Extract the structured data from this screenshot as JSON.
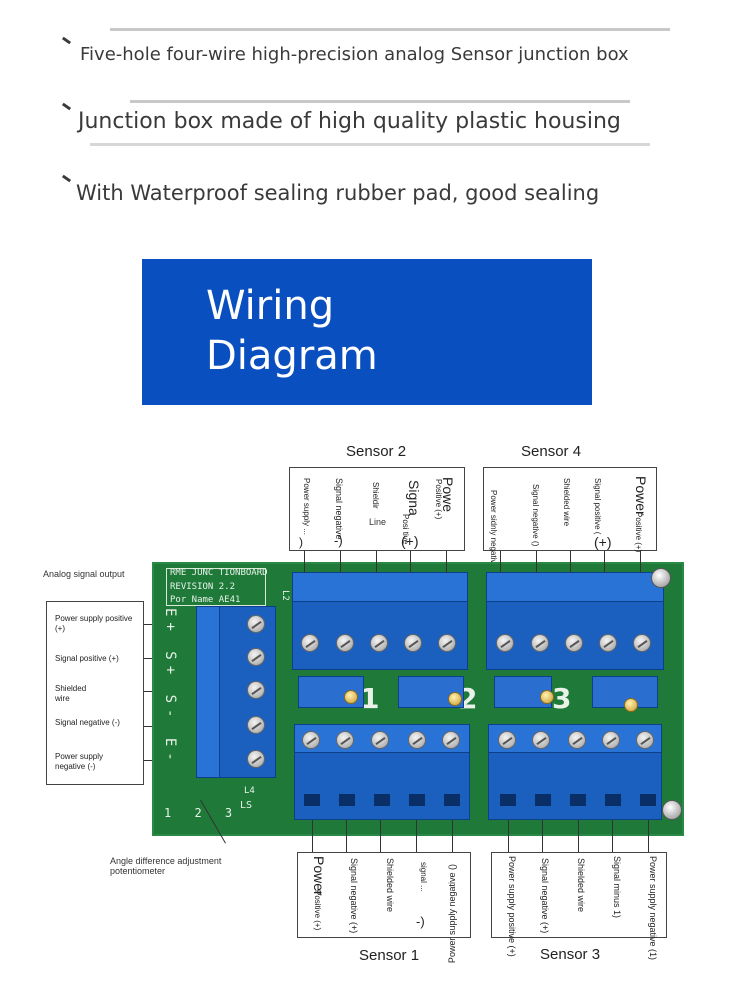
{
  "bullets": [
    {
      "text": "Five-hole four-wire high-precision analog Sensor junction box"
    },
    {
      "text": "Junction box made of high quality plastic housing"
    },
    {
      "text": "With Waterproof sealing rubber pad, good sealing"
    }
  ],
  "banner": {
    "title": "Wiring Diagram",
    "color": "#0a4fbf"
  },
  "diagram": {
    "analog_output_label": "Analog signal output",
    "angle_pot_label": "Angle difference adjustment potentiometer",
    "output_pins": [
      "Power supply positive (+)",
      "Signal positive (+)",
      "Shielded wire",
      "Signal negative (-)",
      "Power supply negative (-)"
    ],
    "sensor2": {
      "label": "Sensor 2",
      "pins": [
        "Power supply ...",
        "Signal negative",
        "Shieldir",
        "Line",
        "Signa",
        "Posi tive",
        "Powe",
        "Positive (+)"
      ],
      "marks": [
        ")",
        "-)",
        "(+)"
      ]
    },
    "sensor4": {
      "label": "Sensor 4",
      "pins": [
        "Power sidnly negative (1)",
        "Signal negative ()",
        "Shielded wire",
        "Signal positive (",
        "Power",
        "Positive (+)"
      ],
      "marks": [
        "(+)"
      ]
    },
    "sensor1": {
      "label": "Sensor 1",
      "pins": [
        "Power",
        "Positive (+)",
        "Signal negative (+)",
        "Shielded wire",
        "signal ...",
        "Power supply negative ()"
      ],
      "marks": [
        "-)"
      ]
    },
    "sensor3": {
      "label": "Sensor 3",
      "pins": [
        "Power supply positive (+)",
        "Signal negative (+)",
        "Shielded wire",
        "Signal minus 1)",
        "Power supply negative (1)"
      ]
    },
    "pcb": {
      "title_line1": "RME  JUNC TIONBOARD",
      "title_line2": "REVISION  2.2",
      "title_line3": "Por Name  AE41",
      "pot_numbers": [
        "1",
        "2",
        "3"
      ],
      "left_pins": "E+ S+ S- E-",
      "bottom_left": "1  2  3",
      "l2": "L2",
      "l4": "L4",
      "l5": "LS",
      "color": "#1f7a3a"
    }
  }
}
